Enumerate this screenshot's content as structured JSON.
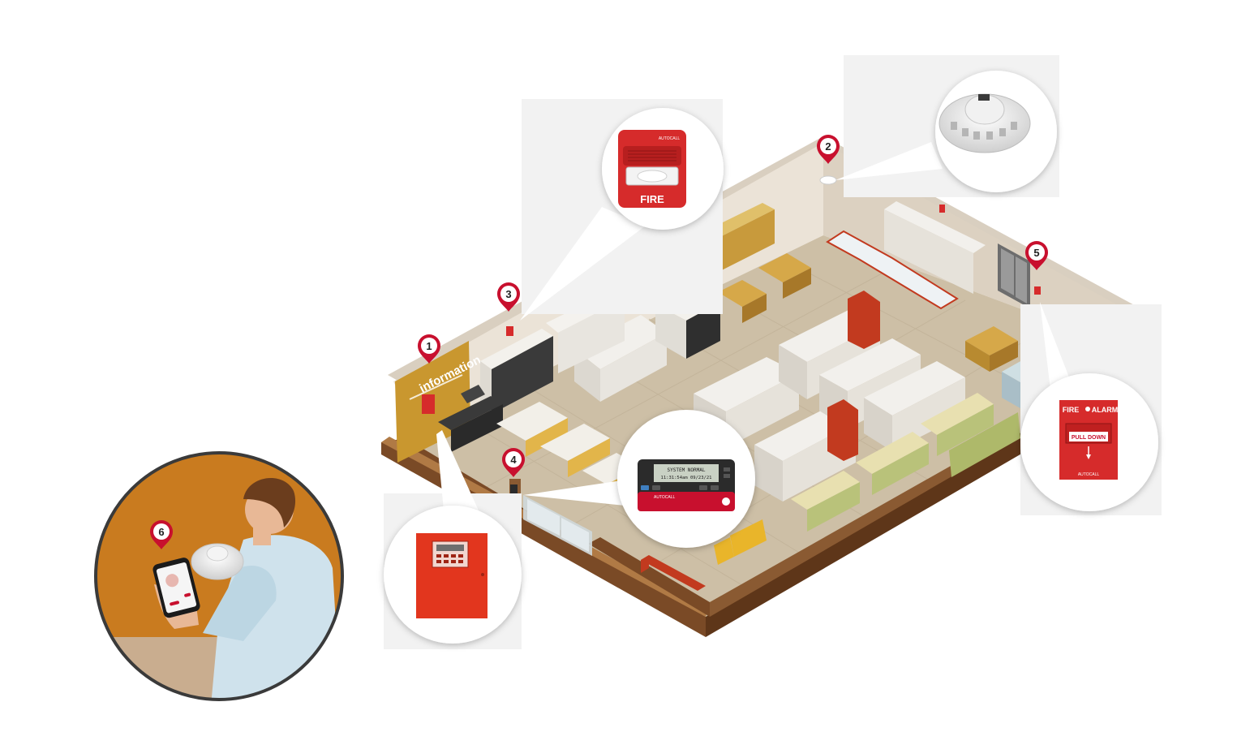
{
  "store": {
    "information_sign": "information"
  },
  "markers": [
    {
      "number": "1"
    },
    {
      "number": "2"
    },
    {
      "number": "3"
    },
    {
      "number": "4"
    },
    {
      "number": "5"
    },
    {
      "number": "6"
    }
  ],
  "callouts": {
    "horn_strobe": {
      "label": "FIRE",
      "brand": "AUTOCALL"
    },
    "smoke_detector": {},
    "control_panel": {},
    "keypad": {
      "status_line": "SYSTEM NORMAL",
      "time_line": "11:31:54am  09/23/21",
      "brand": "AUTOCALL"
    },
    "pull_station": {
      "title_left": "FIRE",
      "title_right": "ALARM",
      "action": "PULL DOWN",
      "brand": "AUTOCALL"
    }
  },
  "colors": {
    "marker_red": "#c8102e",
    "device_red": "#d62b2b",
    "floor": "#cdbfa6",
    "wall": "#e6ddd0",
    "wall_trim": "#7a4a26",
    "panel_orange": "#e2361e",
    "scene_circle_bg": "#c97b1f"
  }
}
